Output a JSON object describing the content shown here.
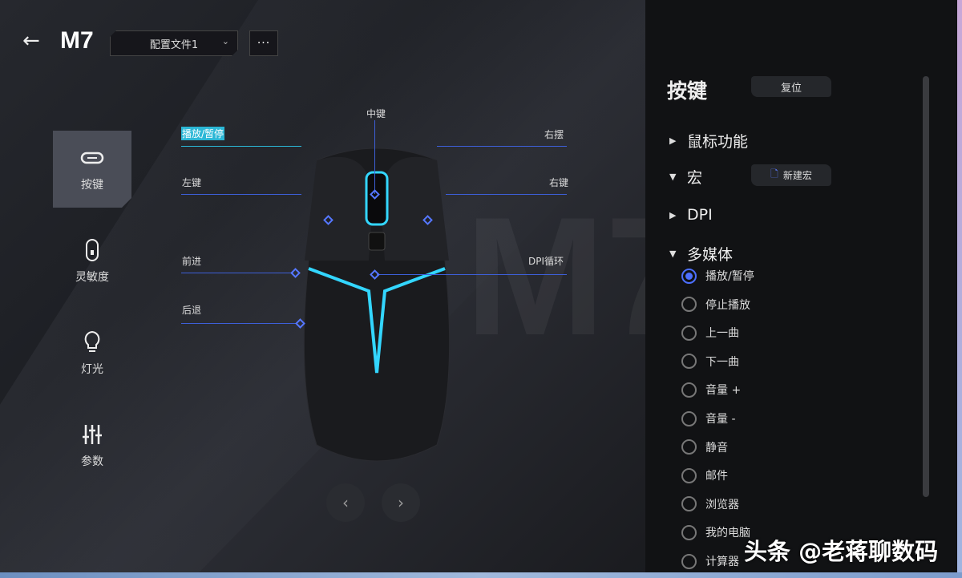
{
  "header": {
    "title": "M7",
    "profile": "配置文件1",
    "more": "···"
  },
  "nav": [
    {
      "label": "按键",
      "icon": "type-c-port-icon",
      "active": true
    },
    {
      "label": "灵敏度",
      "icon": "mouse-sensitivity-icon"
    },
    {
      "label": "灯光",
      "icon": "bulb-icon"
    },
    {
      "label": "参数",
      "icon": "sliders-icon"
    }
  ],
  "watermark_model": "M7",
  "buttons": {
    "middle": "中键",
    "play_pause": "播放/暂停",
    "right_tilt": "右摆",
    "left": "左键",
    "right": "右键",
    "forward": "前进",
    "dpi": "DPI循环",
    "back": "后退"
  },
  "panel": {
    "title": "按键",
    "reset": "复位",
    "sections": {
      "mouse": "鼠标功能",
      "macro": "宏",
      "new_macro": "新建宏",
      "dpi": "DPI",
      "multimedia": "多媒体"
    },
    "options": [
      {
        "label": "播放/暂停",
        "selected": true
      },
      {
        "label": "停止播放"
      },
      {
        "label": "上一曲"
      },
      {
        "label": "下一曲"
      },
      {
        "label": "音量 +"
      },
      {
        "label": "音量 -"
      },
      {
        "label": "静音"
      },
      {
        "label": "邮件"
      },
      {
        "label": "浏览器"
      },
      {
        "label": "我的电脑"
      },
      {
        "label": "计算器"
      }
    ]
  },
  "accent": "#4c6fff",
  "highlight": "#2bb7d6",
  "overlay_watermark": "头条 @老蒋聊数码"
}
